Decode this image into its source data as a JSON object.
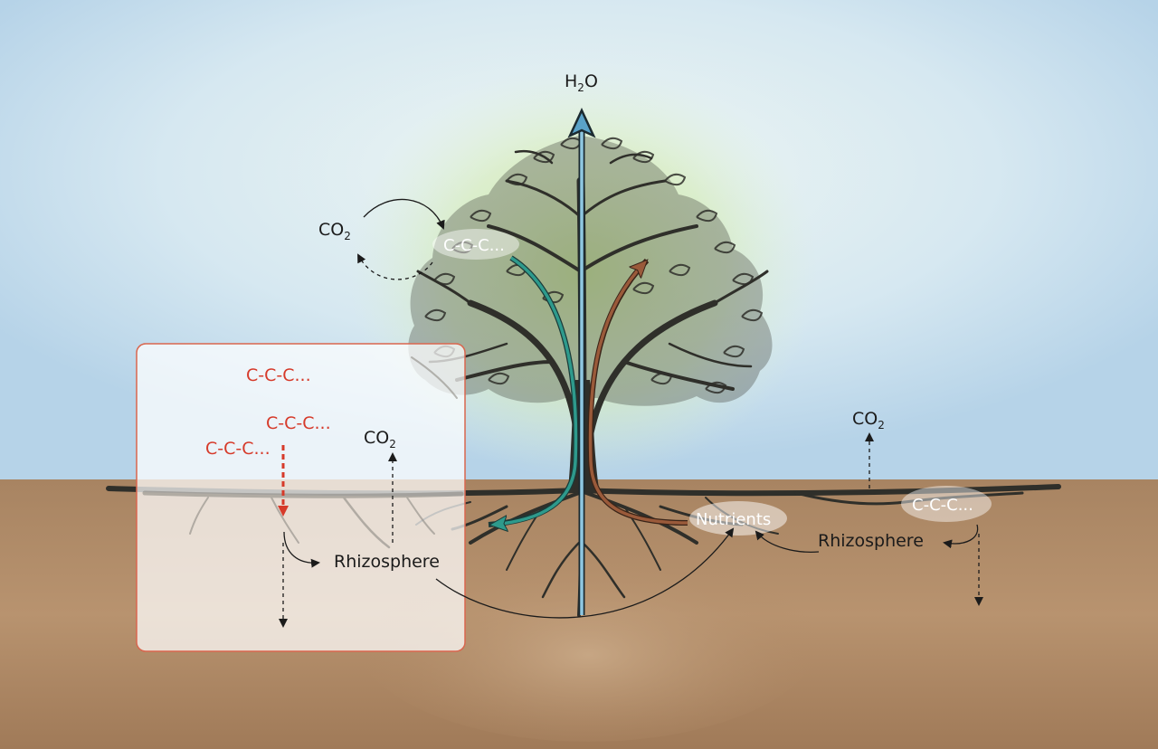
{
  "labels": {
    "h2o": {
      "main": "H",
      "sub": "2",
      "tail": "O"
    },
    "co2_leaf": {
      "main": "CO",
      "sub": "2"
    },
    "co2_soil_box": {
      "main": "CO",
      "sub": "2"
    },
    "co2_soil_right": {
      "main": "CO",
      "sub": "2"
    },
    "carbon_leaf": "C-C-C...",
    "carbon_box_1": "C-C-C...",
    "carbon_box_2": "C-C-C...",
    "carbon_box_3": "C-C-C...",
    "carbon_soil_right": "C-C-C...",
    "nutrients": "Nutrients",
    "rhizosphere_left": "Rhizosphere",
    "rhizosphere_right": "Rhizosphere"
  },
  "colors": {
    "sky_top": "#b9d6ea",
    "sky_glow": "#dfeee0",
    "canopy_glow": "#bfe39a",
    "soil": "#b08a66",
    "soil_dark": "#9b7656",
    "tree": "#2f2f2a",
    "water_arrow": "#5aa2c8",
    "carbon_arrow": "#2e9a8c",
    "nutrient_arrow": "#9a5a3a",
    "highlight_box_border": "#d9664e",
    "carbon_red": "#d63a2a"
  }
}
